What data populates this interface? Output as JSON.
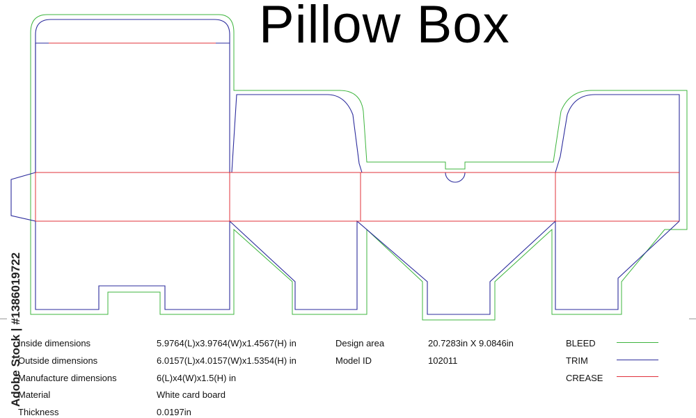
{
  "title": "Pillow Box",
  "colors": {
    "bleed": "#3cb43c",
    "trim": "#2b2b9c",
    "crease": "#e0303a"
  },
  "specs_left": [
    {
      "label": "Inside dimensions",
      "value": "5.9764(L)x3.9764(W)x1.4567(H) in"
    },
    {
      "label": "Outside dimensions",
      "value": "6.0157(L)x4.0157(W)x1.5354(H) in"
    },
    {
      "label": "Manufacture dimensions",
      "value": "6(L)x4(W)x1.5(H) in"
    },
    {
      "label": "Material",
      "value": "White card board"
    },
    {
      "label": "Thickness",
      "value": "0.0197in"
    }
  ],
  "specs_right": [
    {
      "label": "Design area",
      "value": "20.7283in X 9.0846in"
    },
    {
      "label": "Model ID",
      "value": "102011"
    }
  ],
  "legend": [
    {
      "label": "BLEED",
      "color": "#3cb43c"
    },
    {
      "label": "TRIM",
      "color": "#2b2b9c"
    },
    {
      "label": "CREASE",
      "color": "#e0303a"
    }
  ],
  "credit": "Adobe Stock | #1386019722"
}
